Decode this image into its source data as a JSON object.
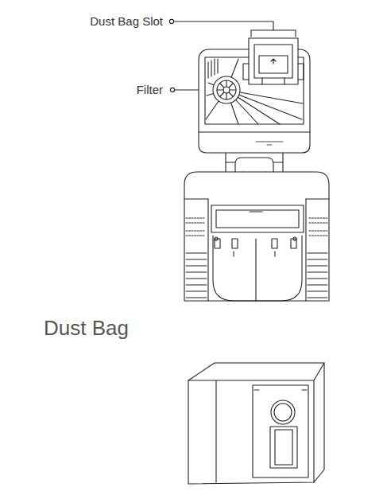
{
  "diagram": {
    "title": "Dust Bag",
    "labels": [
      "Dust Bag Slot",
      "Filter"
    ]
  }
}
